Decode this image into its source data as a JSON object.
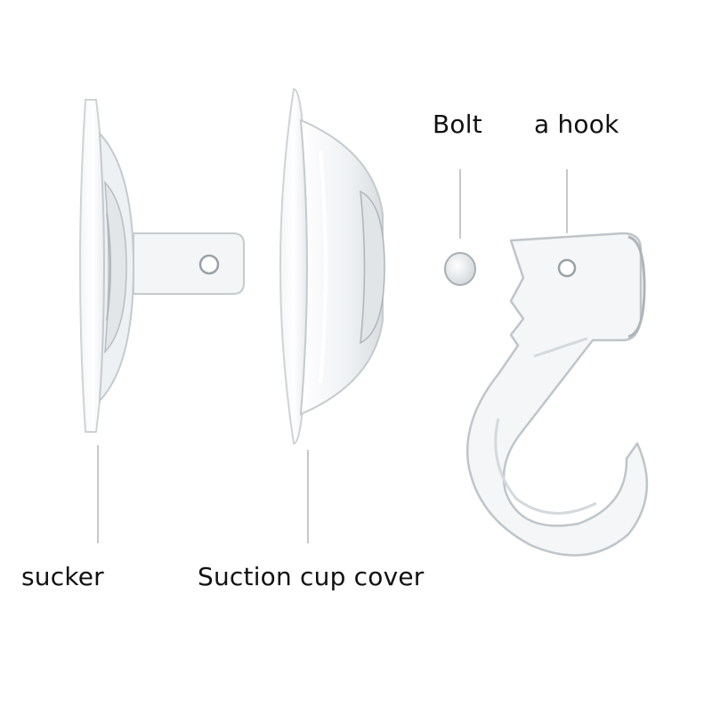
{
  "labels": {
    "sucker": "sucker",
    "suction_cup_cover": "Suction cup cover",
    "bolt": "Bolt",
    "hook": "a hook"
  },
  "colors": {
    "background": "#ffffff",
    "text": "#111111",
    "leader_line": "#c8c8c8",
    "part_outline": "#cfd3d6",
    "part_shade": "#e9ecee",
    "part_dark": "#9aa1a6"
  }
}
